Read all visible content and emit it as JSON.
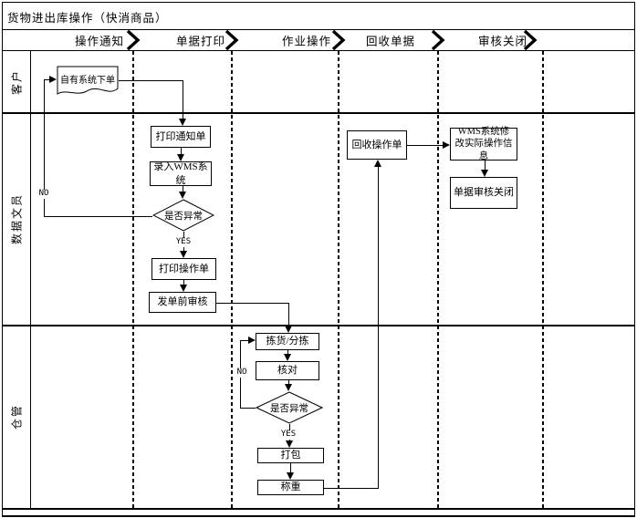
{
  "title": "货物进出库操作（快消商品）",
  "phases": [
    "操作通知",
    "单据打印",
    "作业操作",
    "回收单据",
    "审核关闭"
  ],
  "lanes": [
    "客户",
    "数据文员",
    "仓管"
  ],
  "nodes": {
    "self_order": "自有系统下单",
    "print_notice": "打印通知单",
    "enter_wms": "录入WMS系统",
    "doc_abnormal": "是否异常",
    "print_op": "打印操作单",
    "pre_send_review": "发单前审核",
    "recycle_op": "回收操作单",
    "wms_modify": "WMS系统修改实际操作信息",
    "doc_review_close": "单据审核关闭",
    "pick_sort": "拣货/分拣",
    "verify": "核对",
    "wh_abnormal": "是否异常",
    "pack": "打包",
    "weigh": "称重"
  },
  "edge_labels": {
    "yes": "YES",
    "no": "NO"
  },
  "colors": {
    "line": "#000000",
    "background": "#ffffff",
    "text": "#000000"
  }
}
